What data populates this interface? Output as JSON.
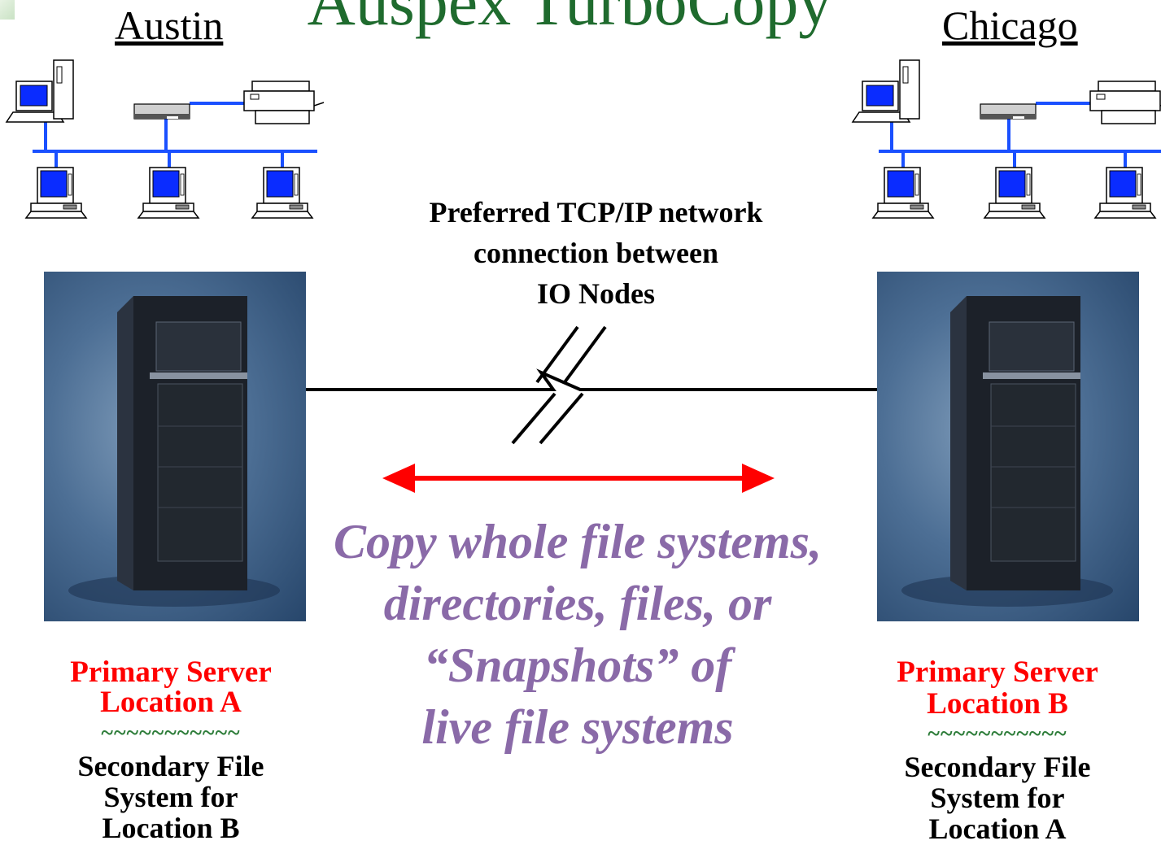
{
  "title": "Auspex TurboCopy",
  "site_left": {
    "city": "Austin",
    "role": "Primary Server",
    "location": "Location A",
    "separator": "~~~~~~~~~~~",
    "secondary_1": "Secondary File",
    "secondary_2": "System for",
    "secondary_3": "Location B"
  },
  "site_right": {
    "city": "Chicago",
    "role": "Primary Server",
    "location": "Location B",
    "separator": "~~~~~~~~~~~",
    "secondary_1": "Secondary File",
    "secondary_2": "System for",
    "secondary_3": "Location A"
  },
  "network": {
    "line1": "Preferred TCP/IP network",
    "line2": "connection between",
    "line3": "IO Nodes"
  },
  "copy_text": {
    "line1": "Copy whole file systems,",
    "line2": "directories, files, or",
    "line3": "“Snapshots” of",
    "line4": "live file systems"
  },
  "colors": {
    "title": "#1f6b2e",
    "primary_label": "#ff0000",
    "arrow": "#ff0000",
    "lan": "#1a50ff",
    "screen": "#0a2cff",
    "copy_text": "#8a6aa8",
    "tilde": "#2e7d3a"
  }
}
